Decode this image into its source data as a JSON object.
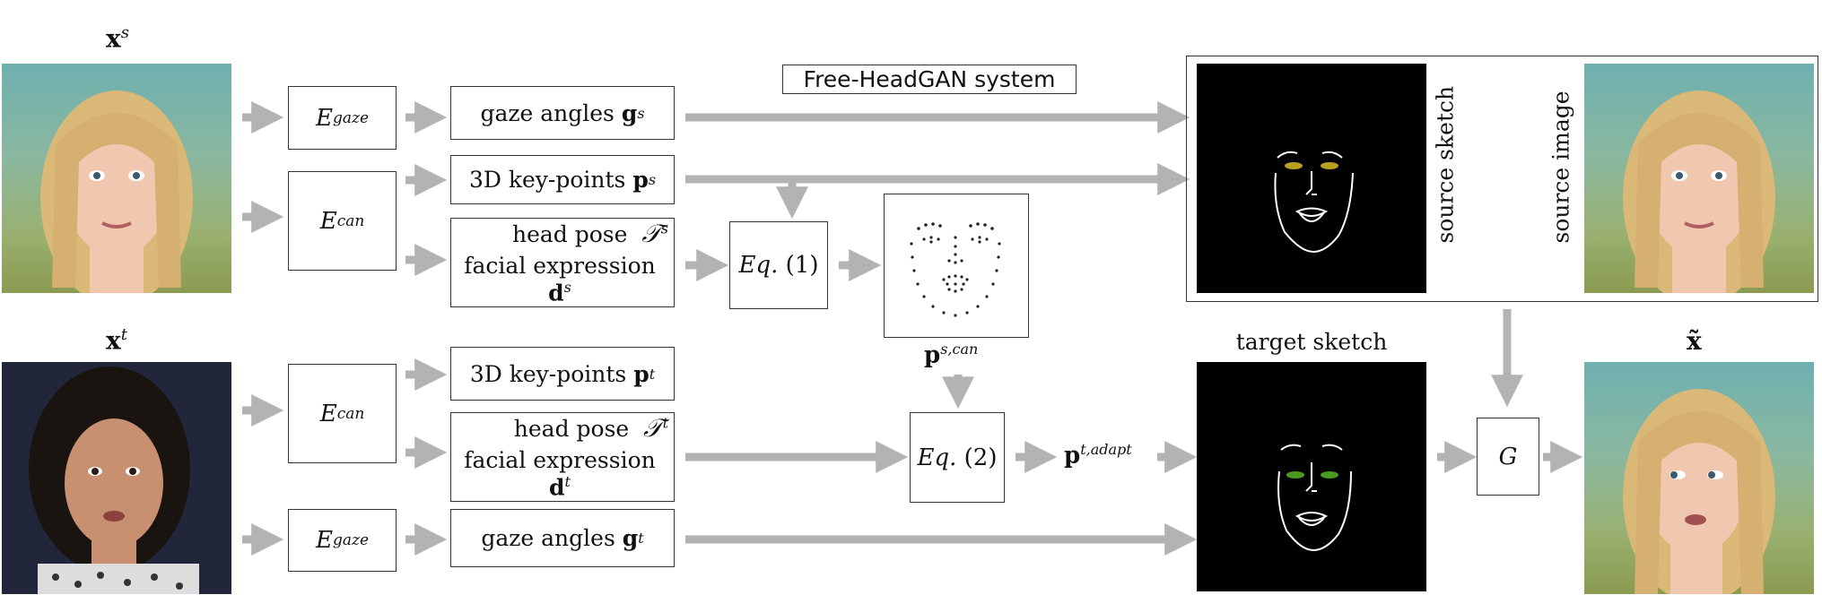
{
  "labels": {
    "xs_base": "x",
    "xs_sup": "s",
    "xt_base": "x",
    "xt_sup": "t",
    "out_base": "x̃",
    "system_title": "Free-HeadGAN system",
    "target_sketch": "target sketch",
    "source_sketch": "source sketch",
    "source_image": "source image"
  },
  "encoders": {
    "e_gaze_base": "E",
    "e_gaze_sub": "gaze",
    "e_can_base": "E",
    "e_can_sub": "can"
  },
  "source_outputs": {
    "gaze_text": "gaze angles ",
    "gaze_sym": "g",
    "gaze_sup": "s",
    "kp_text": "3D key-points ",
    "kp_sym": "p",
    "kp_sup": "s",
    "pose_text": "head pose ",
    "pose_sym": "𝒯",
    "pose_sup": "s",
    "expr_text": "facial expression ",
    "expr_sym": "d",
    "expr_sup": "s"
  },
  "target_outputs": {
    "kp_text": "3D key-points ",
    "kp_sym": "p",
    "kp_sup": "t",
    "pose_text": "head pose ",
    "pose_sym": "𝒯",
    "pose_sup": "t",
    "expr_text": "facial expression ",
    "expr_sym": "d",
    "expr_sup": "t",
    "gaze_text": "gaze angles ",
    "gaze_sym": "g",
    "gaze_sup": "t"
  },
  "equations": {
    "eq1_label": "Eq.",
    "eq1_num": "(1)",
    "eq2_label": "Eq.",
    "eq2_num": "(2)"
  },
  "intermediate": {
    "pcan_sym": "p",
    "pcan_sup": "s,can",
    "padapt_sym": "p",
    "padapt_sup": "t,adapt"
  },
  "generator": {
    "label": "G"
  },
  "colors": {
    "arrow": "#b3b3b3",
    "box_border": "#333333",
    "sketch_bg": "#000000",
    "source_eye": "#b8a020",
    "target_eye": "#4a9a20"
  },
  "icons": {
    "source_face": "young-woman-blonde-photo",
    "target_face": "woman-dark-hair-photo",
    "output_face": "reenacted-blonde-photo"
  }
}
